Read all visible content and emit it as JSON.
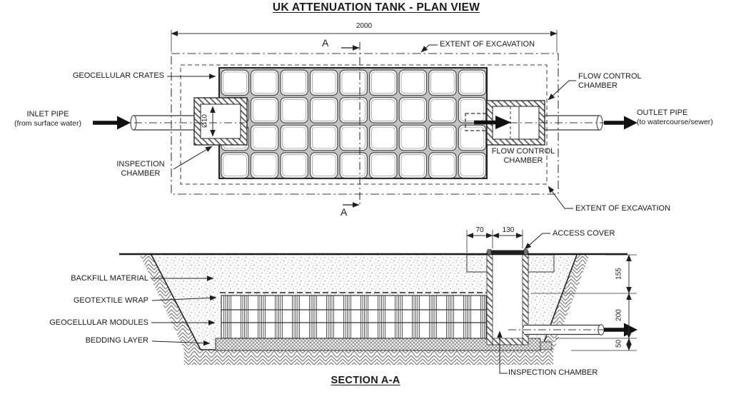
{
  "plan": {
    "title": "UK ATTENUATION TANK - PLAN VIEW",
    "dims": {
      "width": "2000",
      "pipe_diameter": "Ø10"
    },
    "labels": {
      "geocellular_crates": "GEOCELLULAR CRATES",
      "inlet_pipe": "INLET PIPE",
      "inlet_pipe_source": "(from surface water)",
      "inspection_chamber_line1": "INSPECTION",
      "inspection_chamber_line2": "CHAMBER",
      "extent_of_excavation_top": "EXTENT OF EXCAVATION",
      "extent_of_excavation_bottom": "EXTENT OF EXCAVATION",
      "flow_control_chamber_line1": "FLOW CONTROL",
      "flow_control_chamber_line2": "CHAMBER",
      "flow_control_chamber_below_line1": "FLOW CONTROL",
      "flow_control_chamber_below_line2": "CHAMBER",
      "outlet_pipe": "OUTLET PIPE",
      "outlet_pipe_destination": "(to watercourse/sewer)",
      "section_marker_top": "A",
      "section_marker_bottom": "A"
    }
  },
  "section": {
    "title": "SECTION A-A",
    "dims": {
      "cover_offset": "70",
      "cover_width": "130",
      "depth_to_tank_top": "155",
      "tank_depth": "200",
      "bedding_depth": "50"
    },
    "labels": {
      "backfill_material": "BACKFILL MATERIAL",
      "geotextile_wrap": "GEOTEXTILE WRAP",
      "geocellular_modules": "GEOCELLULAR MODULES",
      "bedding_layer": "BEDDING LAYER",
      "access_cover": "ACCESS COVER",
      "inspection_chamber": "INSPECTION CHAMBER"
    }
  },
  "colors": {
    "line": "#333333",
    "text": "#1a1a1a",
    "background": "#ffffff"
  }
}
